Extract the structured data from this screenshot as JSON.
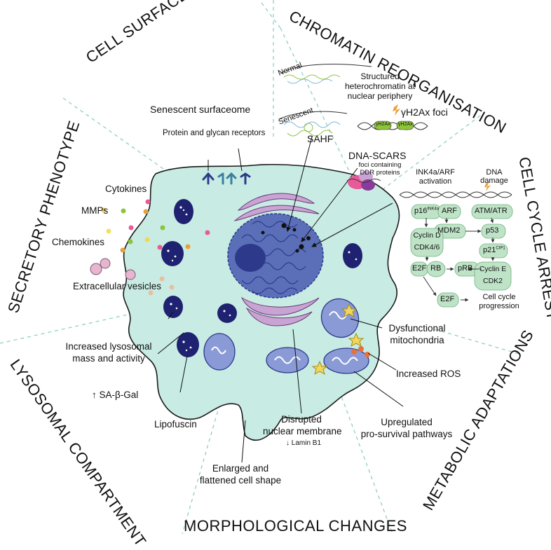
{
  "sections": {
    "cell_surface": "CELL SURFACE MARKERS",
    "chromatin": "CHROMATIN REORGANISATION",
    "secretory": "SECRETORY PHENOTYPE",
    "cell_cycle": "CELL CYCLE ARREST",
    "lysosomal": "LYSOSOMAL COMPARTMENT",
    "metabolic": "METABOLIC ADAPTATIONS",
    "morphological": "MORPHOLOGICAL CHANGES"
  },
  "surface": {
    "surfaceome": "Senescent surfaceome",
    "receptors": "Protein and glycan receptors"
  },
  "chromatin": {
    "normal": "Normal",
    "senescent": "Senescent",
    "structured_l1": "Structured",
    "structured_l2": "heterochromatin at",
    "structured_l3": "nuclear periphery",
    "gh2ax": "γH2Ax foci",
    "gh2ax_tag": "γH2Ax",
    "sahf": "SAHF",
    "dna_scars": "DNA-SCARS",
    "scars_l1": "foci containing",
    "scars_l2": "DDR proteins"
  },
  "secretory": {
    "cytokines": "Cytokines",
    "mmps": "MMPs",
    "chemokines": "Chemokines",
    "vesicles": "Extracellular vesicles"
  },
  "cycle": {
    "ink4a_l1": "INK4a/ARF",
    "ink4a_l2": "activation",
    "dna_l1": "DNA",
    "dna_l2": "damage",
    "p16": "p16",
    "p16_sup": "INK4a",
    "arf": "ARF",
    "atm": "ATM/ATR",
    "mdm2": "MDM2",
    "p53": "p53",
    "cyclind": "Cyclin D",
    "cdk46": "CDK4/6",
    "p21": "p21",
    "p21_sup": "CIP1",
    "e2f": "E2F",
    "rb": "RB",
    "prb": "pRB",
    "cycline": "Cyclin E",
    "cdk2": "CDK2",
    "e2f_free": "E2F",
    "progression_l1": "Cell cycle",
    "progression_l2": "progression"
  },
  "lysosomal": {
    "mass_l1": "Increased lysosomal",
    "mass_l2": "mass and activity",
    "sabgal": "↑ SA-β-Gal",
    "lipofuscin": "Lipofuscin"
  },
  "metabolic": {
    "mito_l1": "Dysfunctional",
    "mito_l2": "mitochondria",
    "ros": "Increased ROS",
    "prosurv_l1": "Upregulated",
    "prosurv_l2": "pro-survival pathways"
  },
  "morph": {
    "nuc_l1": "Disrupted",
    "nuc_l2": "nuclear membrane",
    "laminb1": "↓ Lamin B1",
    "shape_l1": "Enlarged and",
    "shape_l2": "flattened cell shape"
  },
  "colors": {
    "cell": "#c8ece3",
    "cell_stroke": "#1a1a1a",
    "nucleus": "#5a6fb8",
    "nucleolus": "#2d3a8c",
    "lysosome": "#1f2270",
    "mito": "#8a9ad6",
    "golgi": "#c9a3d3",
    "node": "#bfe3c7",
    "divider": "#8fcfc4",
    "star": "#f2d65a"
  }
}
